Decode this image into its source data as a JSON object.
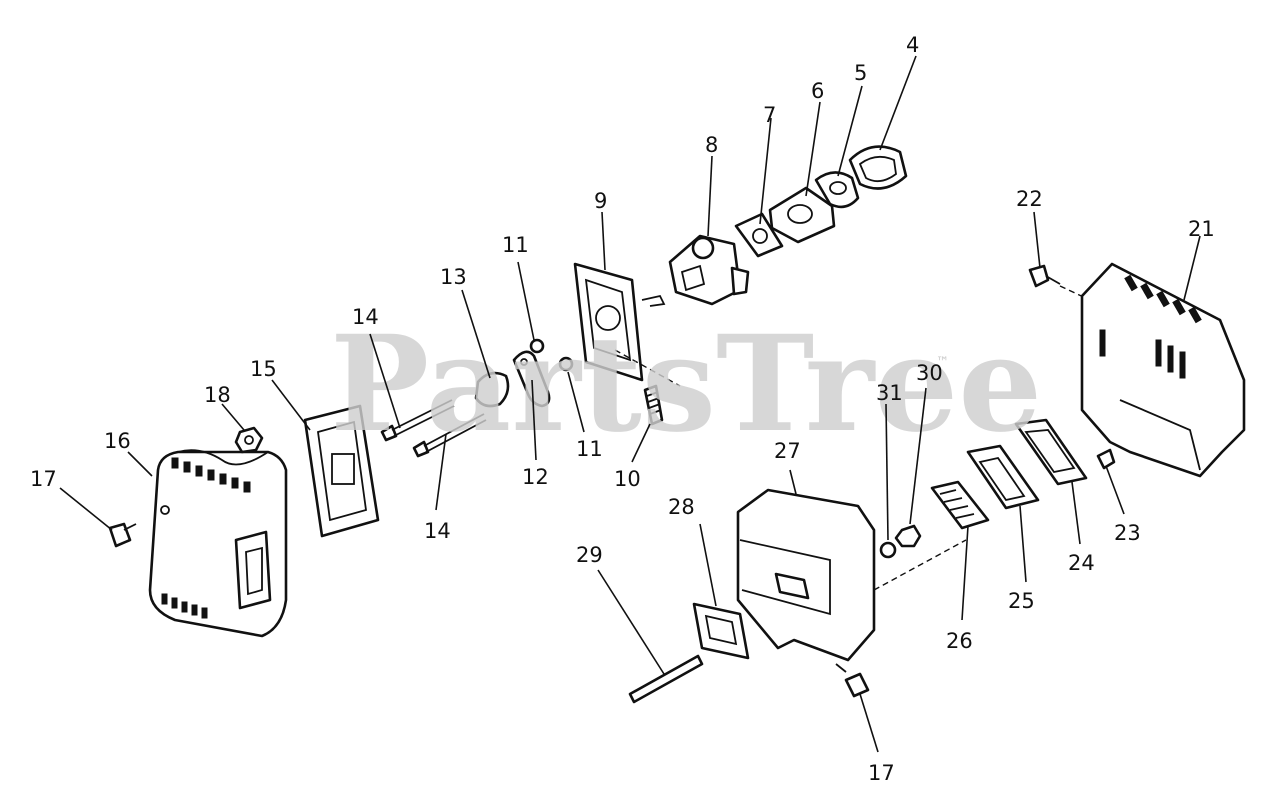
{
  "watermark": {
    "text": "PartsTree",
    "mark": "™"
  },
  "parts": [
    {
      "id": "part-4",
      "label": "4"
    },
    {
      "id": "part-5",
      "label": "5"
    },
    {
      "id": "part-6",
      "label": "6"
    },
    {
      "id": "part-7",
      "label": "7"
    },
    {
      "id": "part-8",
      "label": "8"
    },
    {
      "id": "part-9",
      "label": "9"
    },
    {
      "id": "part-10",
      "label": "10"
    },
    {
      "id": "part-11-a",
      "label": "11"
    },
    {
      "id": "part-11-b",
      "label": "11"
    },
    {
      "id": "part-12",
      "label": "12"
    },
    {
      "id": "part-13",
      "label": "13"
    },
    {
      "id": "part-14-a",
      "label": "14"
    },
    {
      "id": "part-14-b",
      "label": "14"
    },
    {
      "id": "part-15",
      "label": "15"
    },
    {
      "id": "part-16",
      "label": "16"
    },
    {
      "id": "part-17-a",
      "label": "17"
    },
    {
      "id": "part-17-b",
      "label": "17"
    },
    {
      "id": "part-18",
      "label": "18"
    },
    {
      "id": "part-21",
      "label": "21"
    },
    {
      "id": "part-22",
      "label": "22"
    },
    {
      "id": "part-23",
      "label": "23"
    },
    {
      "id": "part-24",
      "label": "24"
    },
    {
      "id": "part-25",
      "label": "25"
    },
    {
      "id": "part-26",
      "label": "26"
    },
    {
      "id": "part-27",
      "label": "27"
    },
    {
      "id": "part-28",
      "label": "28"
    },
    {
      "id": "part-29",
      "label": "29"
    },
    {
      "id": "part-30",
      "label": "30"
    },
    {
      "id": "part-31",
      "label": "31"
    }
  ]
}
